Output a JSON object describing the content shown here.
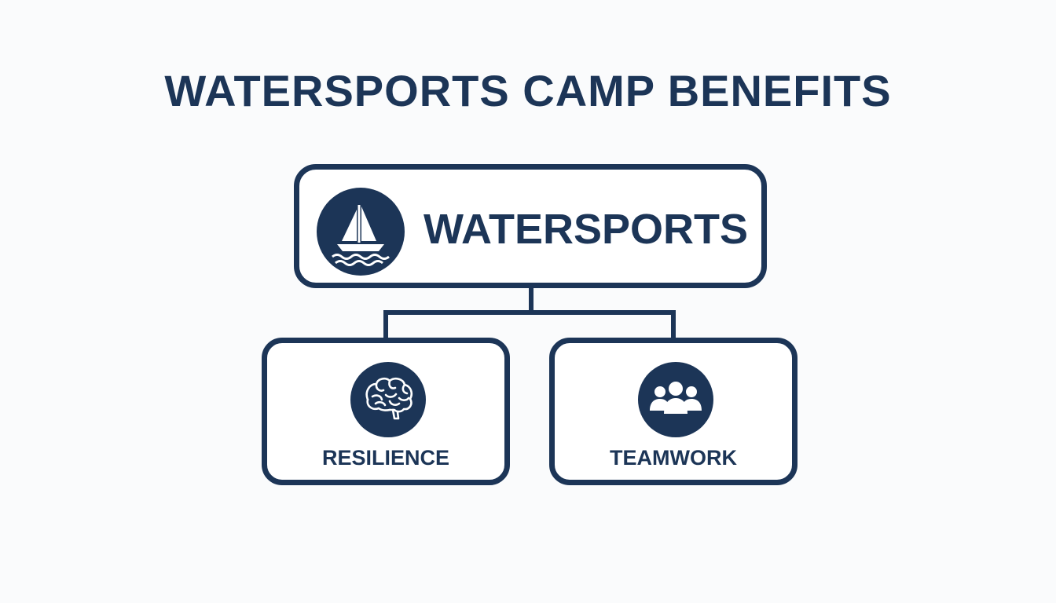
{
  "title": "WATERSPORTS CAMP BENEFITS",
  "colors": {
    "primary": "#1c3557",
    "background": "#fafbfc",
    "box_fill": "#ffffff"
  },
  "root": {
    "label": "WATERSPORTS",
    "icon": "sailboat-icon"
  },
  "children": [
    {
      "label": "RESILIENCE",
      "icon": "brain-icon"
    },
    {
      "label": "TEAMWORK",
      "icon": "group-icon"
    }
  ]
}
